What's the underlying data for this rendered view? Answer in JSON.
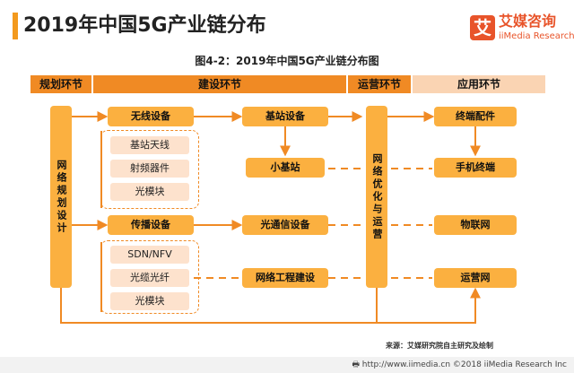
{
  "header": {
    "title": "2019年中国5G产业链分布",
    "logo_mark": "艾",
    "logo_cn": "艾媒咨询",
    "logo_en": "iiMedia Research"
  },
  "figure": {
    "title": "图4-2：2019年中国5G产业链分布图",
    "stages": [
      "规划环节",
      "建设环节",
      "运营环节",
      "应用环节"
    ]
  },
  "nodes": {
    "planning": "网络规划设计",
    "wireless": "无线设备",
    "wireless_items": [
      "基站天线",
      "射频器件",
      "光模块"
    ],
    "transmission": "传播设备",
    "transmission_items": [
      "SDN/NFV",
      "光缆光纤",
      "光模块"
    ],
    "base_station": "基站设备",
    "small_cell": "小基站",
    "optical_comm": "光通信设备",
    "network_engineering": "网络工程建设",
    "optimization": "网络优化与运营",
    "terminal_parts": "终端配件",
    "handset": "手机终端",
    "iot": "物联网",
    "operator": "运营网"
  },
  "footer": {
    "source": "来源：艾媒研究院自主研究及绘制",
    "credit": "🖶 http://www.iimedia.cn   ©2018  iiMedia Research  Inc"
  },
  "colors": {
    "accent": "#f08a24",
    "box": "#fbb040",
    "sub_box": "#fde2cd",
    "brand": "#e8542a"
  }
}
